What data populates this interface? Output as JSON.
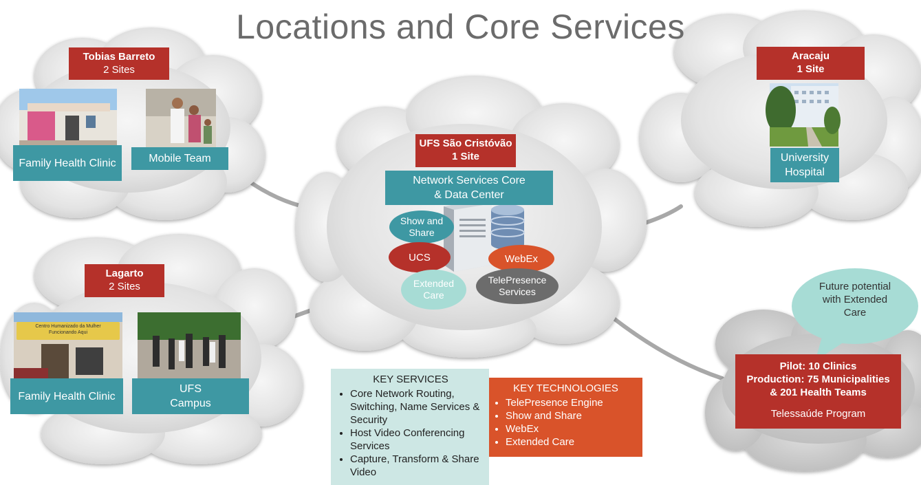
{
  "title": "Locations and Core Services",
  "tobias": {
    "name": "Tobias Barreto",
    "sites": "2 Sites",
    "label1": "Family Health Clinic",
    "label2": "Mobile Team"
  },
  "aracaju": {
    "name": "Aracaju",
    "sites": "1 Site",
    "label": "University Hospital"
  },
  "lagarto": {
    "name": "Lagarto",
    "sites": "2 Sites",
    "label1": "Family Health Clinic",
    "label2": "UFS Campus",
    "sign_line1": "Centro Humanizado da Mulher",
    "sign_line2": "Funcionando Aqui"
  },
  "center": {
    "name": "UFS São Cristóvão",
    "sites": "1 Site",
    "core": "Network Services Core & Data Center"
  },
  "services": {
    "show_share": "Show and Share",
    "ucs": "UCS",
    "webex": "WebEx",
    "extended_care": "Extended Care",
    "telepresence": "TelePresence Services"
  },
  "key_services": {
    "header": "KEY SERVICES",
    "items": [
      "Core Network Routing, Switching, Name Services & Security",
      "Host Video Conferencing Services",
      "Capture, Transform & Share Video"
    ]
  },
  "key_technologies": {
    "header": "KEY TECHNOLOGIES",
    "items": [
      "TelePresence Engine",
      "Show and Share",
      "WebEx",
      "Extended Care"
    ]
  },
  "telessaude": {
    "line1": "Pilot: 10 Clinics",
    "line2": "Production: 75 Municipalities",
    "line3": "& 201 Health Teams",
    "program": "Telessaúde Program",
    "future": "Future potential with Extended Care"
  },
  "colors": {
    "red": "#b5312a",
    "teal": "#3e98a3",
    "orange": "#d9532a",
    "cloud": "#e4e4e4"
  }
}
